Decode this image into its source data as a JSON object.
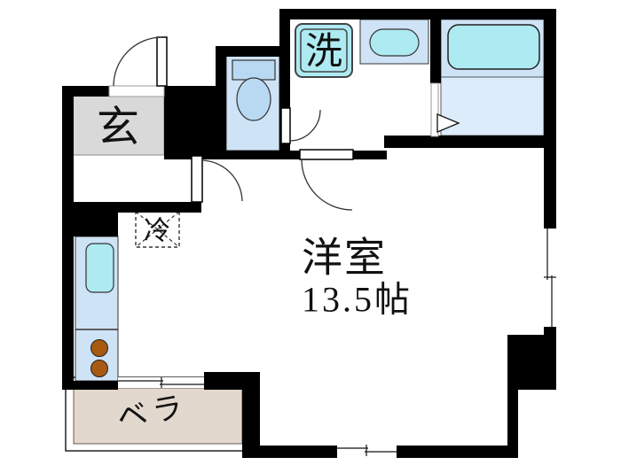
{
  "plan": {
    "labels": {
      "entrance": "玄",
      "washing_machine": "洗",
      "refrigerator": "冷",
      "room_name": "洋室",
      "room_size": "13.5帖",
      "veranda": "ベラ"
    },
    "colors": {
      "wall": "#000000",
      "entrance_floor": "#d9d9d9",
      "light_blue": "#cfe3f6",
      "cyan": "#aeeaf2",
      "bath_floor": "#ddecfa",
      "toilet_fixture": "#b9d9f2",
      "veranda_floor": "#e2d8ce",
      "burner": "#a85a12"
    }
  }
}
